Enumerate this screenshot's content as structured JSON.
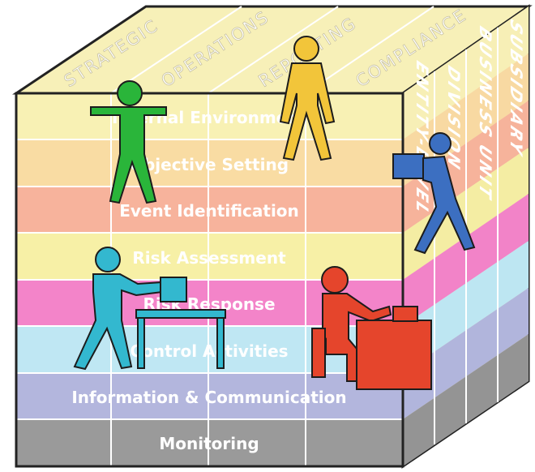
{
  "diagram": {
    "top_columns": [
      {
        "label": "STRATEGIC"
      },
      {
        "label": "OPERATIONS"
      },
      {
        "label": "REPORTING"
      },
      {
        "label": "COMPLIANCE"
      }
    ],
    "rows": [
      {
        "label": "Internal Environment",
        "color": "#f8f1b4"
      },
      {
        "label": "Objective Setting",
        "color": "#f9dca3"
      },
      {
        "label": "Event Identification",
        "color": "#f7b39c"
      },
      {
        "label": "Risk Assessment",
        "color": "#f7f0a6"
      },
      {
        "label": "Risk Response",
        "color": "#f384c9"
      },
      {
        "label": "Control Activities",
        "color": "#bfe7f3"
      },
      {
        "label": "Information & Communication",
        "color": "#b3b6dd"
      },
      {
        "label": "Monitoring",
        "color": "#9a9a9a"
      }
    ],
    "side_labels": [
      {
        "label": "SUBSIDIARY"
      },
      {
        "label": "BUSINESS UNIT"
      },
      {
        "label": "DIVISION"
      },
      {
        "label": "ENTITY-LEVEL"
      }
    ],
    "figure_colors": {
      "green": "#2ab53a",
      "yellow": "#f2c53a",
      "blue": "#3c6fc1",
      "cyan": "#33b8cf",
      "red": "#e5452c"
    }
  }
}
